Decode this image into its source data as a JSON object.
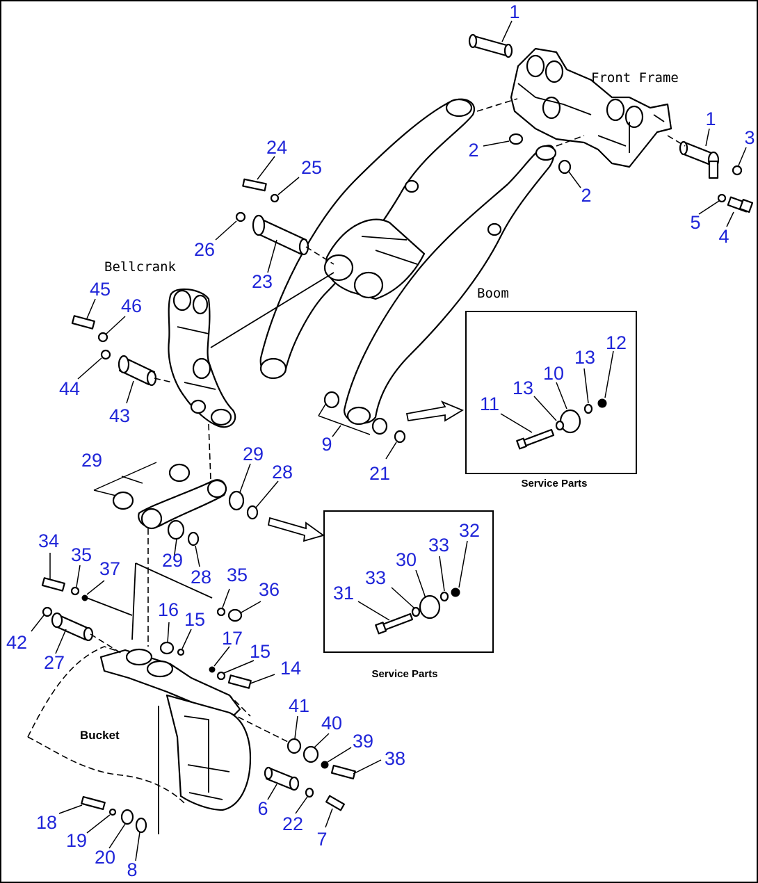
{
  "component_labels": {
    "front_frame": "Front Frame",
    "bellcrank": "Bellcrank",
    "boom": "Boom",
    "bucket": "Bucket"
  },
  "service_parts_label": "Service Parts",
  "callouts": [
    "1",
    "1",
    "2",
    "2",
    "3",
    "4",
    "5",
    "6",
    "7",
    "8",
    "9",
    "10",
    "11",
    "12",
    "13",
    "13",
    "14",
    "15",
    "15",
    "16",
    "17",
    "18",
    "19",
    "20",
    "21",
    "22",
    "23",
    "24",
    "25",
    "26",
    "27",
    "28",
    "28",
    "29",
    "29",
    "29",
    "30",
    "31",
    "32",
    "33",
    "33",
    "34",
    "35",
    "35",
    "36",
    "37",
    "38",
    "39",
    "40",
    "41",
    "42",
    "43",
    "44",
    "45",
    "46"
  ]
}
